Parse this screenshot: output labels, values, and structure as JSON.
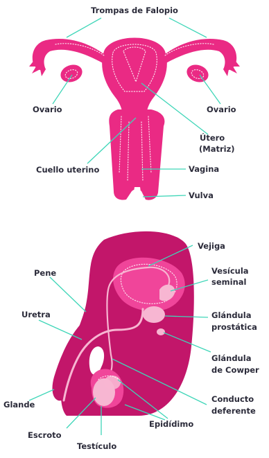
{
  "female": {
    "fallopian_tubes": "Trompas de Falopio",
    "ovary_left": "Ovario",
    "ovary_right": "Ovario",
    "uterus_line1": "Útero",
    "uterus_line2": "(Matriz)",
    "cervix": "Cuello uterino",
    "vagina": "Vagina",
    "vulva": "Vulva"
  },
  "male": {
    "bladder": "Vejiga",
    "seminal_vesicle_line1": "Vesícula",
    "seminal_vesicle_line2": "seminal",
    "urethra": "Uretra",
    "penis": "Pene",
    "prostate_line1": "Glándula",
    "prostate_line2": "prostática",
    "cowper_line1": "Glándula",
    "cowper_line2": "de Cowper",
    "glans": "Glande",
    "vas_deferens_line1": "Conducto",
    "vas_deferens_line2": "deferente",
    "scrotum": "Escroto",
    "epididymis": "Epidídimo",
    "testicle": "Testículo"
  },
  "colors": {
    "female_main": "#ea2a84",
    "male_body": "#c2166a",
    "male_organ": "#f0459a",
    "pale_pink": "#f7b6d2",
    "leader_line": "#3fd6b8",
    "label_text": "#2b2b3a"
  }
}
